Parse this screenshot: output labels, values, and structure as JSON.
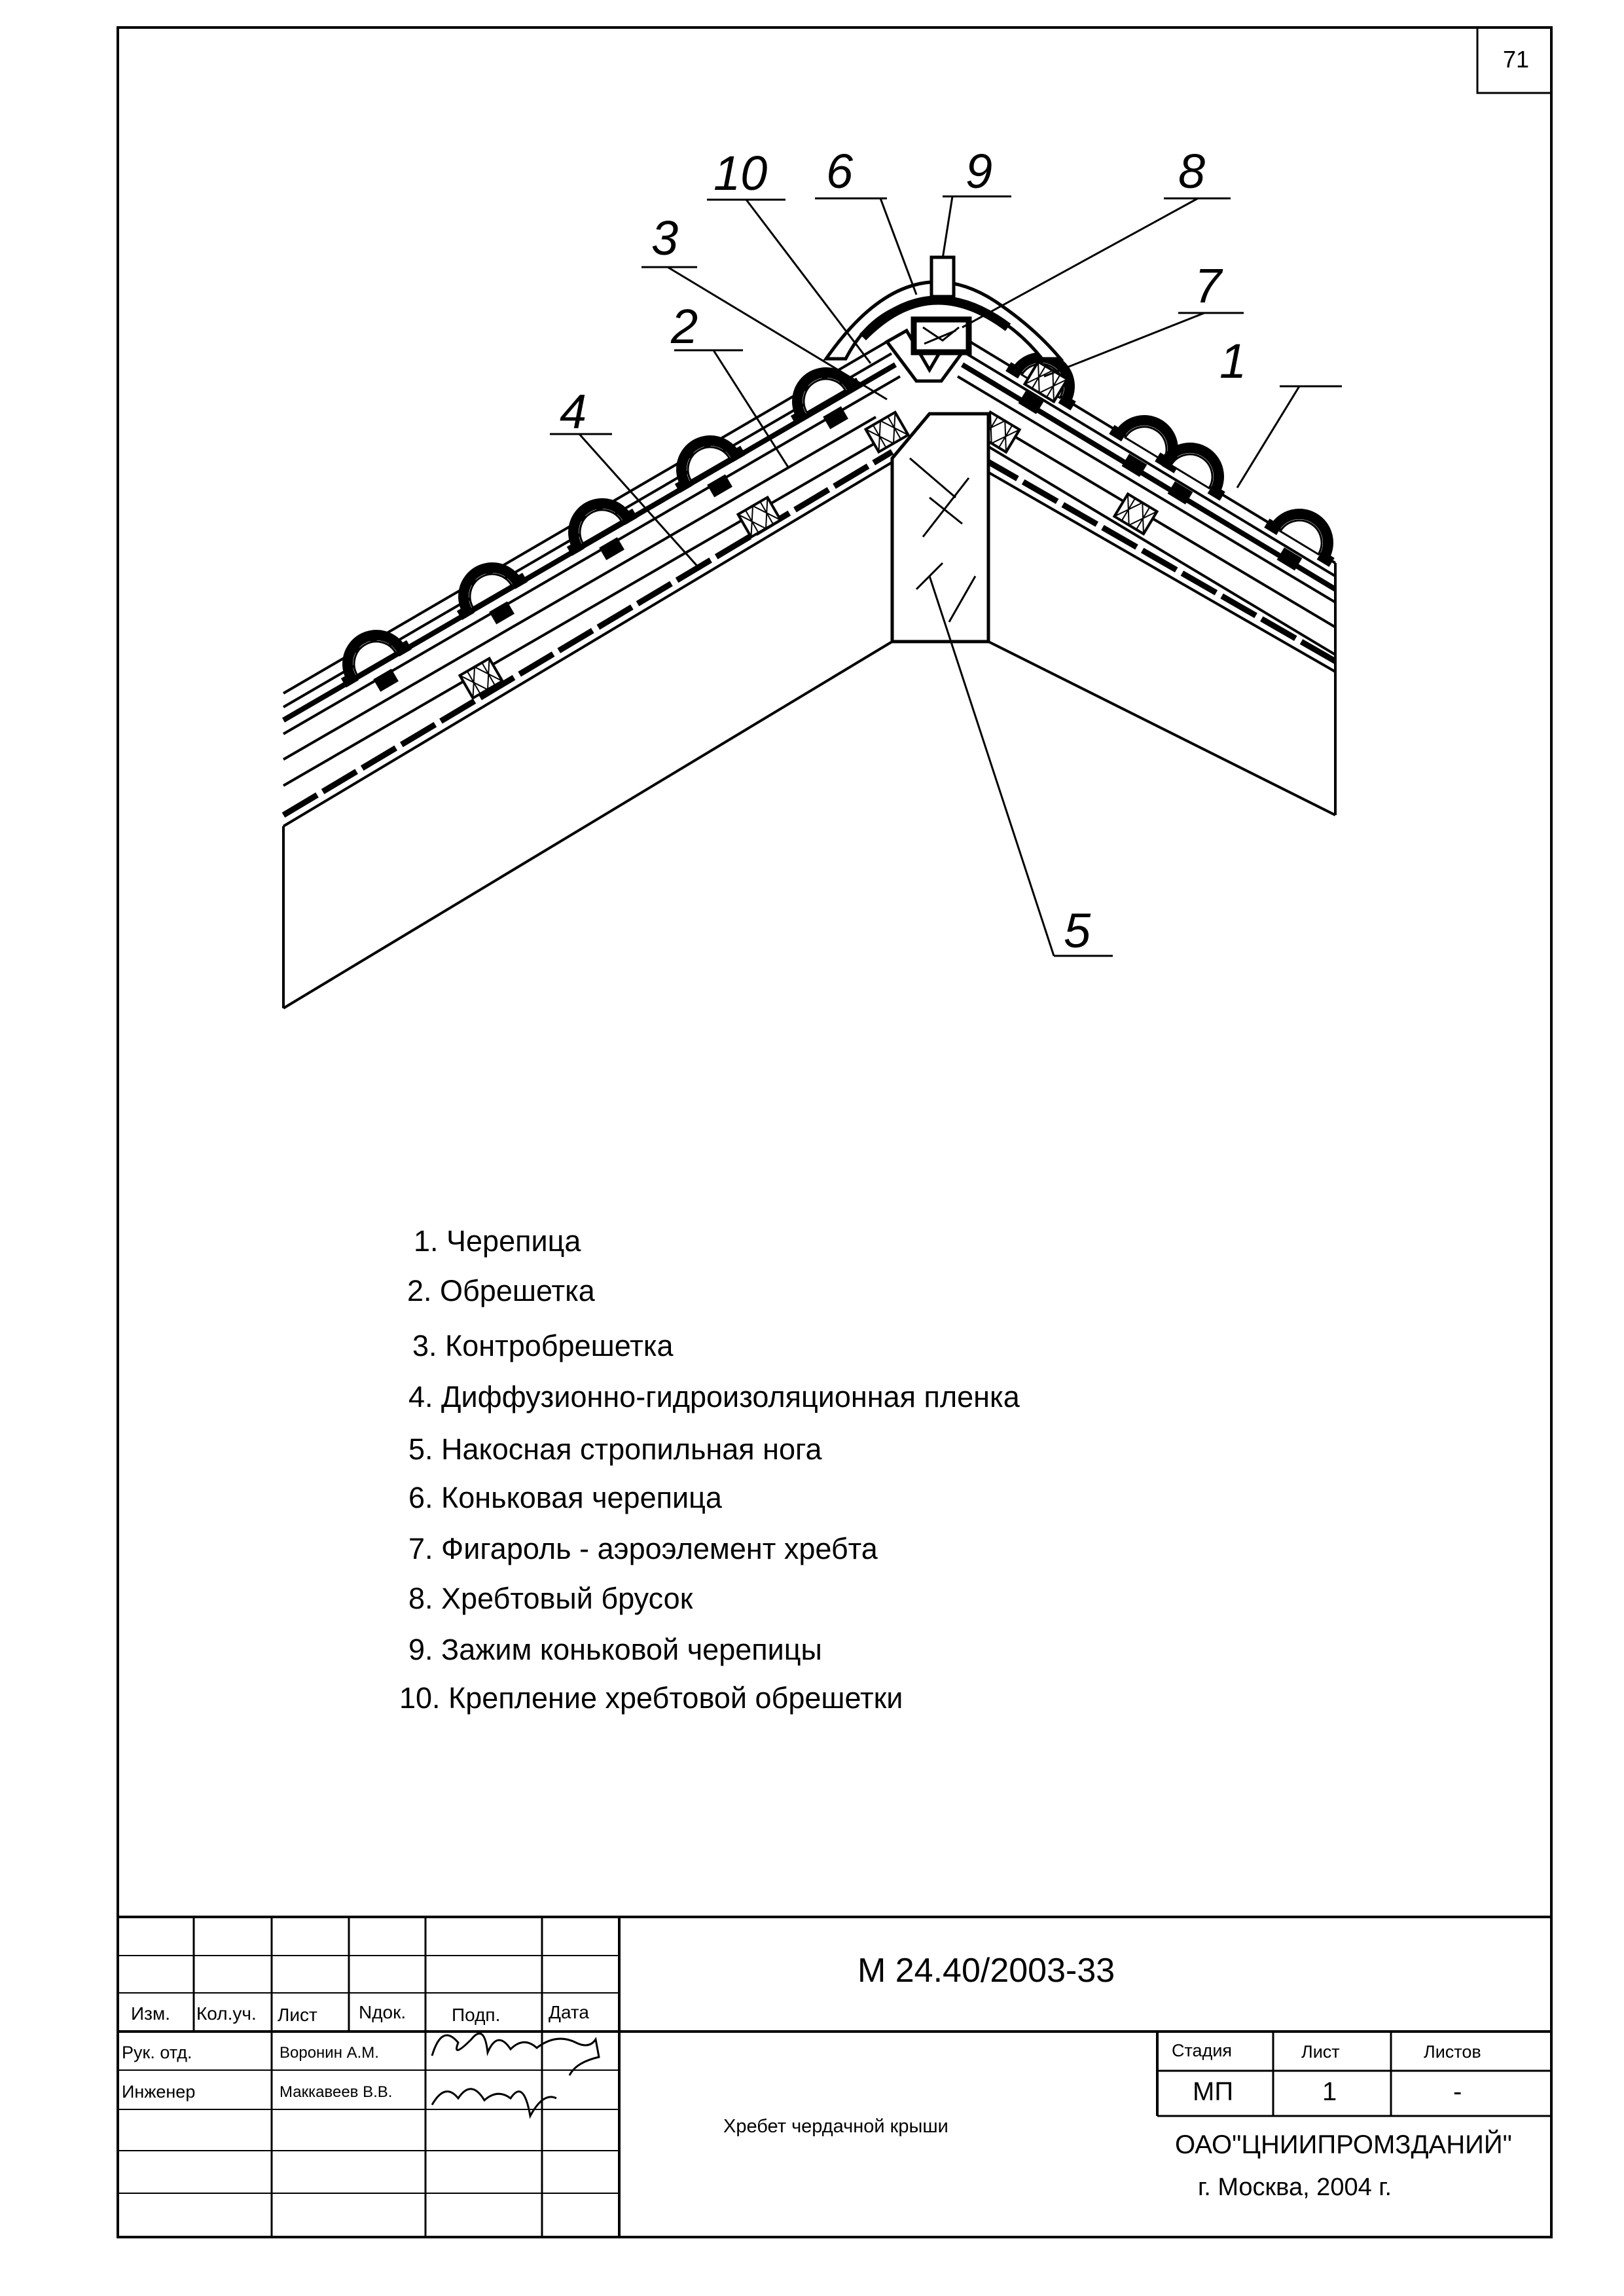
{
  "sheet_number": "71",
  "drawing": {
    "callouts": [
      "1",
      "2",
      "3",
      "4",
      "5",
      "6",
      "7",
      "8",
      "9",
      "10"
    ]
  },
  "legend": [
    "1. Черепица",
    "2. Обрешетка",
    "3. Контробрешетка",
    "4. Диффузионно-гидроизоляционная пленка",
    "5. Накосная стропильная нога",
    "6. Коньковая черепица",
    "7. Фигароль - аэроэлемент хребта",
    "8. Хребтовый брусок",
    "9. Зажим коньковой черепицы",
    "10. Крепление хребтовой обрешетки"
  ],
  "title_block": {
    "document_code": "М 24.40/2003-33",
    "columns": [
      "Изм.",
      "Кол.уч.",
      "Лист",
      "Nдок.",
      "Подп.",
      "Дата"
    ],
    "rows": [
      {
        "role": "Рук. отд.",
        "name": "Воронин А.М."
      },
      {
        "role": "Инженер",
        "name": "Маккавеев В.В."
      }
    ],
    "drawing_title": "Хребет чердачной крыши",
    "stage_label": "Стадия",
    "sheet_label": "Лист",
    "sheets_label": "Листов",
    "stage_value": "МП",
    "sheet_value": "1",
    "sheets_value": "-",
    "organization": "ОАО\"ЦНИИПРОМЗДАНИЙ\"",
    "city_year": "г. Москва, 2004 г."
  }
}
